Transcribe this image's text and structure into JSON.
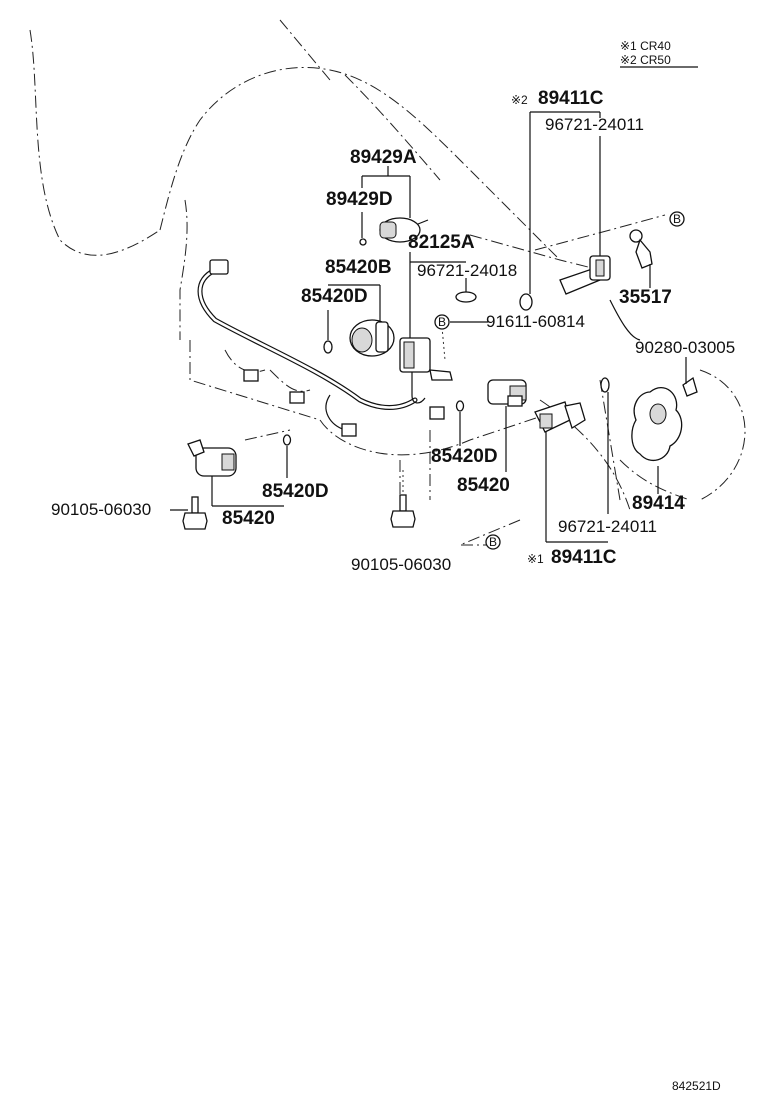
{
  "legend": {
    "line1": "※1 CR40",
    "line2": "※2 CR50"
  },
  "labels": {
    "p89411c_top": "89411C",
    "note_top": "※2",
    "p96721_24011_top": "96721-24011",
    "p89429a": "89429A",
    "p89429d": "89429D",
    "p82125a": "82125A",
    "p85420b": "85420B",
    "p96721_24018": "96721-24018",
    "p85420d_left": "85420D",
    "p35517": "35517",
    "p91611_60814": "91611-60814",
    "p90280_03005": "90280-03005",
    "p85420d_mid": "85420D",
    "p85420_mid": "85420",
    "p89414": "89414",
    "p85420d_low": "85420D",
    "p90105_left": "90105-06030",
    "p85420_low": "85420",
    "p96721_24011_low": "96721-24011",
    "p89411c_low": "89411C",
    "note_low": "※1",
    "p90105_center": "90105-06030"
  },
  "markers": {
    "b": "B"
  },
  "catalog_number": "842521D"
}
